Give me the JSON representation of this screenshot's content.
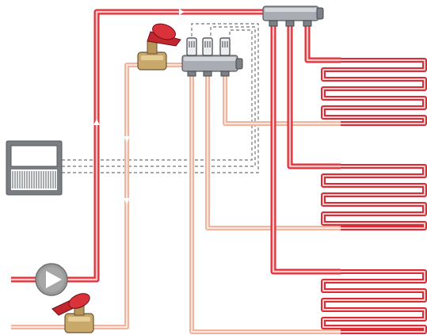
{
  "diagram": {
    "components": {
      "pump": "pump-icon",
      "room_controller": "room-controller-icon",
      "supply_manifold": "supply-manifold",
      "return_manifold": "return-manifold",
      "balancing_valve": "balancing-valve-icon",
      "mixing_valve": "mixing-valve-icon"
    },
    "heating_circuits": 3,
    "colors": {
      "flow": "#e0303a",
      "return": "#f2b49e",
      "control_wiring": "#8a8a8a",
      "manifold": "#a9adb3",
      "pump": "#9a9a9a",
      "valve_handle": "#c2262e",
      "valve_body": "#c9a86b"
    }
  }
}
